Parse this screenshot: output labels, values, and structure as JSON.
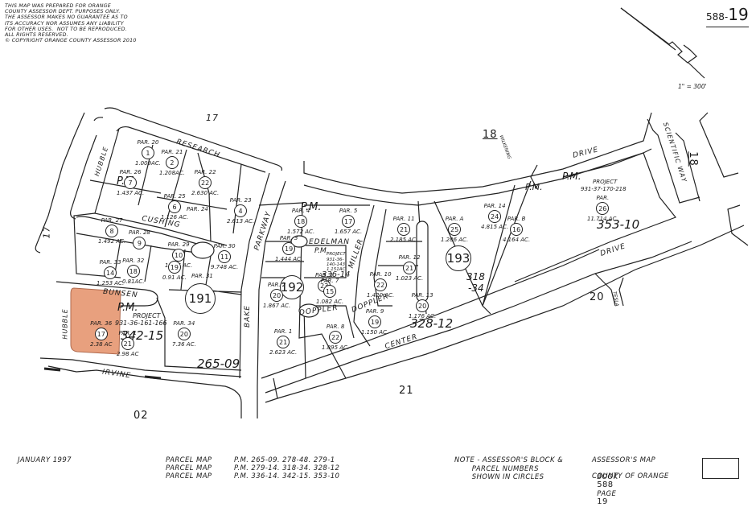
{
  "disclaimer": "THIS MAP WAS PREPARED FOR ORANGE\nCOUNTY ASSESSOR DEPT. PURPOSES ONLY.\nTHE ASSESSOR MAKES NO GUARANTEE AS TO\nITS ACCURACY NOR ASSUMES ANY LIABILITY\nFOR OTHER USES.  NOT TO BE REPRODUCED.\nALL RIGHTS RESERVED.\n© COPYRIGHT ORANGE COUNTY ASSESSOR 2010",
  "map_number": {
    "book": "588-",
    "page": "19"
  },
  "scale": "1\" = 300'",
  "highlight_color": "#e8a07e",
  "streets": {
    "research": "RESEARCH",
    "hubble_top": "HUBBLE",
    "hubble_bottom": "HUBBLE",
    "cushing": "CUSHING",
    "bunsen": "BUNSEN",
    "irvine": "IRVINE",
    "parkway": "PARKWAY",
    "bake": "BAKE",
    "edelman": "EDELMAN",
    "miller": "MILLER",
    "doppler_1": "DOPPLER",
    "doppler_2": "DOPPLER",
    "center": "CENTER",
    "drive_top": "DRIVE",
    "drive_bottom": "DRIVE",
    "wilkening": "WILKENING",
    "scientific_way": "SCIENTIFIC WAY",
    "tesla": "TESLA"
  },
  "adjacent_pages": {
    "p17_top": "17",
    "p17_left": "17",
    "p18_top": "18",
    "p18_right": "18",
    "p20": "20",
    "p21": "21",
    "p02": "02"
  },
  "blocks": {
    "b191": "191",
    "b192": "192",
    "b193": "193"
  },
  "parcel_map_refs": {
    "pm_1": "P.M.",
    "pm_2": "P.M.",
    "pm_3": "P.M.",
    "pm_4": "P.M.",
    "pm_5": "P.M.",
    "pm_6": "P.M.",
    "pm_7": "P.M.",
    "r342_15": "342-15",
    "r265_09": "265-09",
    "r336_14": "336-14",
    "r328_12": "328-12",
    "r318_34a": "318",
    "r318_34b": "-34",
    "r353_10": "353-10"
  },
  "projects": {
    "proj_bunsen": {
      "title": "PROJECT",
      "number": "931-36-161-166"
    },
    "proj_edelman": {
      "title": "PROJECT",
      "number": "931-36-",
      "number2": "140-143",
      "acres": "1.151AC."
    },
    "proj_scientific": {
      "title": "PROJECT",
      "number": "931-37-170-218"
    }
  },
  "parcels": [
    {
      "id": "p20",
      "par": "PAR. 20",
      "num": "1",
      "acres": "1.009AC."
    },
    {
      "id": "p21",
      "par": "PAR. 21",
      "num": "2",
      "acres": "1.208AC."
    },
    {
      "id": "p22",
      "par": "PAR. 22",
      "num": "22",
      "acres": "2.630 AC."
    },
    {
      "id": "p23",
      "par": "PAR. 23",
      "num": "4",
      "acres": "2.613 AC."
    },
    {
      "id": "p24a",
      "par": "PAR. 24",
      "num": "",
      "acres": ""
    },
    {
      "id": "p25",
      "par": "PAR. 25",
      "num": "6",
      "acres": "1.126 AC."
    },
    {
      "id": "p26",
      "par": "PAR. 26",
      "num": "7",
      "acres": "1.437 AC."
    },
    {
      "id": "p27",
      "par": "PAR. 27",
      "num": "8",
      "acres": "1.492 AC."
    },
    {
      "id": "p28",
      "par": "PAR. 28",
      "num": "9",
      "acres": ""
    },
    {
      "id": "p29",
      "par": "PAR. 29",
      "num": "10",
      "acres": "1.475 AC."
    },
    {
      "id": "p30",
      "par": "PAR. 30",
      "num": "11",
      "acres": "9.748 AC."
    },
    {
      "id": "p31",
      "par": "PAR. 31",
      "num": "",
      "acres": ""
    },
    {
      "id": "p32",
      "par": "PAR. 32",
      "num": "18",
      "acres": "0.81AC."
    },
    {
      "id": "p33",
      "par": "PAR. 33",
      "num": "14",
      "acres": "1.253 AC."
    },
    {
      "id": "p19",
      "par": "",
      "num": "19",
      "acres": "0.91 AC."
    },
    {
      "id": "p34",
      "par": "PAR. 34",
      "num": "20",
      "acres": "7.36 AC."
    },
    {
      "id": "p36",
      "par": "PAR. 36",
      "num": "17",
      "acres": "2.38 AC"
    },
    {
      "id": "p1b",
      "par": "PAR. 1",
      "num": "21",
      "acres": "2.98 AC"
    },
    {
      "id": "p4m",
      "par": "PAR. 4",
      "num": "18",
      "acres": "1.572 AC."
    },
    {
      "id": "p5m",
      "par": "PAR. 5",
      "num": "17",
      "acres": "1.657 AC."
    },
    {
      "id": "p3m",
      "par": "PAR. 3",
      "num": "19",
      "acres": "1.444 AC."
    },
    {
      "id": "pproj",
      "par": "PAR. 1",
      "num": "23",
      "acres": ""
    },
    {
      "id": "p2m",
      "par": "PAR. 2",
      "num": "20",
      "acres": "1.867 AC."
    },
    {
      "id": "p7m",
      "par": "PAR. 7",
      "num": "15",
      "acres": "1.082 AC."
    },
    {
      "id": "p1m",
      "par": "PAR. 1",
      "num": "21",
      "acres": "2.623 AC."
    },
    {
      "id": "p8m",
      "par": "PAR. 8",
      "num": "22",
      "acres": "1.895 AC."
    },
    {
      "id": "p9m",
      "par": "PAR. 9",
      "num": "19",
      "acres": "1.150 AC."
    },
    {
      "id": "p10",
      "par": "PAR. 10",
      "num": "22",
      "acres": "1.420 AC."
    },
    {
      "id": "p11",
      "par": "PAR. 11",
      "num": "21",
      "acres": "2.185 AC."
    },
    {
      "id": "p12",
      "par": "PAR. 12",
      "num": "21",
      "acres": "1.023 AC."
    },
    {
      "id": "p13",
      "par": "PAR. 13",
      "num": "20",
      "acres": "1.176 AC."
    },
    {
      "id": "pA",
      "par": "PAR. A",
      "num": "25",
      "acres": "1.286 AC."
    },
    {
      "id": "p14",
      "par": "PAR. 14",
      "num": "24",
      "acres": "4.815 AC."
    },
    {
      "id": "pB",
      "par": "PAR. B",
      "num": "16",
      "acres": "4.164 AC."
    },
    {
      "id": "p26s",
      "par": "PAR.",
      "num": "26",
      "acres": "11.714 AC."
    }
  ],
  "footer": {
    "date": "JANUARY 1997",
    "parcel_maps": [
      {
        "label": "PARCEL MAP",
        "refs": "P.M. 265-09. 278-48. 279-1"
      },
      {
        "label": "PARCEL MAP",
        "refs": "P.M. 279-14. 318-34. 328-12"
      },
      {
        "label": "PARCEL MAP",
        "refs": "P.M. 336-14. 342-15. 353-10"
      }
    ],
    "note": "NOTE - ASSESSOR'S BLOCK &\n       PARCEL NUMBERS\n       SHOWN IN CIRCLES",
    "assessor_map": {
      "line1": "ASSESSOR'S MAP",
      "book_label": "BOOK",
      "book": "588",
      "page_label": "PAGE",
      "page": "19",
      "county": "COUNTY OF ORANGE"
    }
  }
}
